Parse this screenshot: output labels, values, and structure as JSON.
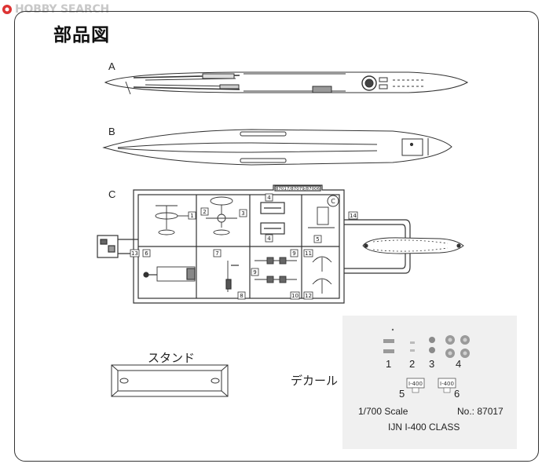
{
  "watermark": {
    "text": "HOBBY SEARCH"
  },
  "title": "部品図",
  "parts": {
    "sprue_a": "A",
    "sprue_b": "B",
    "sprue_c": "C",
    "sprue_c_code": "87017/87079/87006",
    "sprue_c_letter": "C",
    "part_numbers": [
      "1",
      "2",
      "3",
      "4",
      "4",
      "5",
      "6",
      "7",
      "8",
      "9",
      "9",
      "10",
      "11",
      "12",
      "13",
      "14"
    ]
  },
  "stand": {
    "label": "スタンド"
  },
  "decal": {
    "label": "デカール",
    "numbers": [
      "1",
      "2",
      "3",
      "4",
      "5",
      "6"
    ],
    "tag5": "I-400",
    "tag6": "I-400"
  },
  "product": {
    "scale": "1/700 Scale",
    "number": "No.: 87017",
    "name": "IJN I-400 CLASS"
  }
}
